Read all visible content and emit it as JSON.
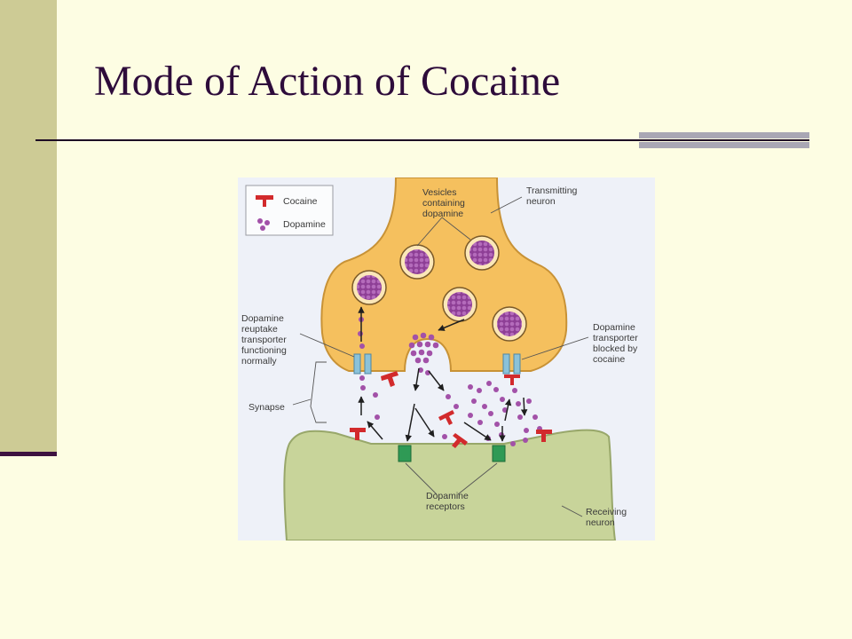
{
  "slide": {
    "title": "Mode of Action of Cocaine"
  },
  "diagram": {
    "legend": {
      "cocaine": "Cocaine",
      "dopamine": "Dopamine"
    },
    "labels": {
      "vesicles": [
        "Vesicles",
        "containing",
        "dopamine"
      ],
      "transmitting": [
        "Transmitting",
        "neuron"
      ],
      "reuptake": [
        "Dopamine",
        "reuptake",
        "transporter",
        "functioning",
        "normally"
      ],
      "blocked": [
        "Dopamine",
        "transporter",
        "blocked by",
        "cocaine"
      ],
      "synapse": "Synapse",
      "receptors": [
        "Dopamine",
        "receptors"
      ],
      "receiving": [
        "Receiving",
        "neuron"
      ]
    },
    "colors": {
      "transmitting_neuron": "#f5c05e",
      "receiving_neuron": "#c8d49a",
      "dopamine": "#a251a8",
      "cocaine": "#d22a2c",
      "transporter": "#8bc2d9",
      "receptor": "#2f9a55"
    }
  }
}
